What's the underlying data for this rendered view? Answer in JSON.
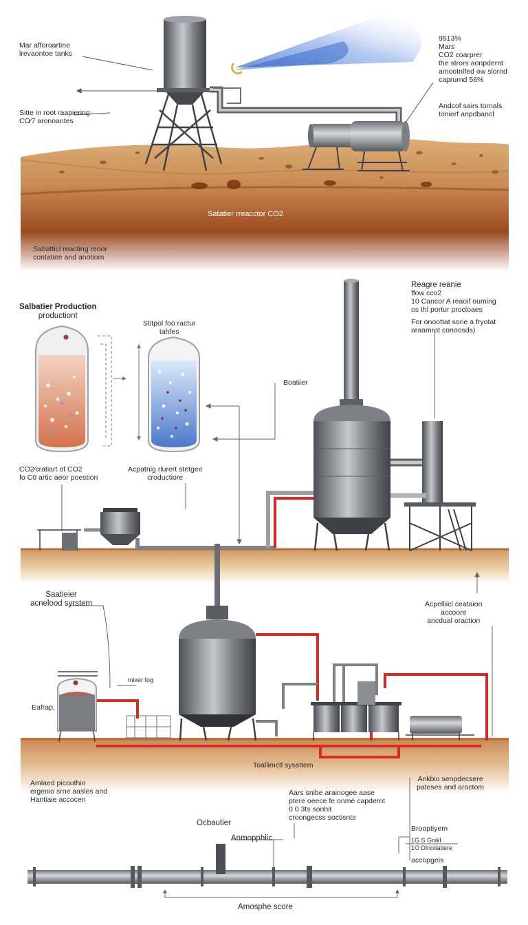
{
  "section1": {
    "top_left_label": [
      "Mar afforoartine",
      "lrevaontoe tanks"
    ],
    "left_mid_label": [
      "Sitte in root raapiering",
      "CO⁄7 aronoantes"
    ],
    "top_right_label": [
      "9513%",
      "Mars",
      "CO2 coarprer",
      "the strors aonpdernt",
      "amootnlfed ow slornd",
      "caprurnd 56%"
    ],
    "right_mid_label": [
      "Andcof sairs tornals",
      "tonierf anpdbancl"
    ],
    "ground_caption": "Satatier rreacctor CO2",
    "below_ground_caption": [
      "Sabatticl reacting reoor",
      "contatiee and anotiom"
    ]
  },
  "section2": {
    "title": [
      "Salbatier Production",
      "productiont"
    ],
    "storage_label": [
      "Stitpol foo ractur",
      "tahfes"
    ],
    "beatier_label": "Boatiier",
    "right_label": [
      "Reagre reanie",
      "ffow cco2",
      "10 Cancor A reaoif ouming",
      "os thl portur procloaes"
    ],
    "right_label2": [
      "For onoottat sorie a fryotat",
      "araamrot conoosds)"
    ],
    "left_vessel_caption": [
      "CO2⁄cratiart of CO2",
      "fo C0 artic aeor poestion"
    ],
    "middle_vessel_caption": [
      "Acpatnig rlurert stetgee",
      "croductiore"
    ]
  },
  "section3": {
    "left_label": [
      "Saatieier",
      "acnelood syrstem"
    ],
    "right_label": [
      "Acpelliicl ceataion",
      "accoore",
      "ancdual oraction"
    ],
    "mixer_label": "mixer fog",
    "tank_label": "Eafrap,",
    "system_label": "Toallimctl syssttem",
    "bottom_left_label": [
      "Amlaed picouthio",
      "ergenio srne aasles and",
      "Hantiaie accocen"
    ],
    "bottom_right_label": [
      "Ankbio  senpdecsere",
      "pateses and aroctom"
    ]
  },
  "section4": {
    "center_notes": [
      "Aars snibe  arainogee aase",
      "ptere oeece fe onmé capdernt",
      "0 0 3ts sonhit",
      "croongecss soctisnts"
    ],
    "obautier_label": "Ocbautier",
    "amophic_label": "Anmopphiic",
    "right_box_title": "Brooptiyem",
    "right_box_lines": [
      "1G  S Gnikl",
      "1O  Dlnoitatiere"
    ],
    "right_box_caption": "accopgeis",
    "footer_label": "Amosphe score"
  },
  "colors": {
    "steel": "#8d9195",
    "steel_dark": "#4a4d52",
    "soil": "#c98a52",
    "soil_dark": "#8a3f1c",
    "sand": "#e6c08e",
    "red_pipe": "#d42a24",
    "liquid_orange": "#d98a64",
    "liquid_blue": "#4f7fcf",
    "beam": "#3c72d8"
  }
}
